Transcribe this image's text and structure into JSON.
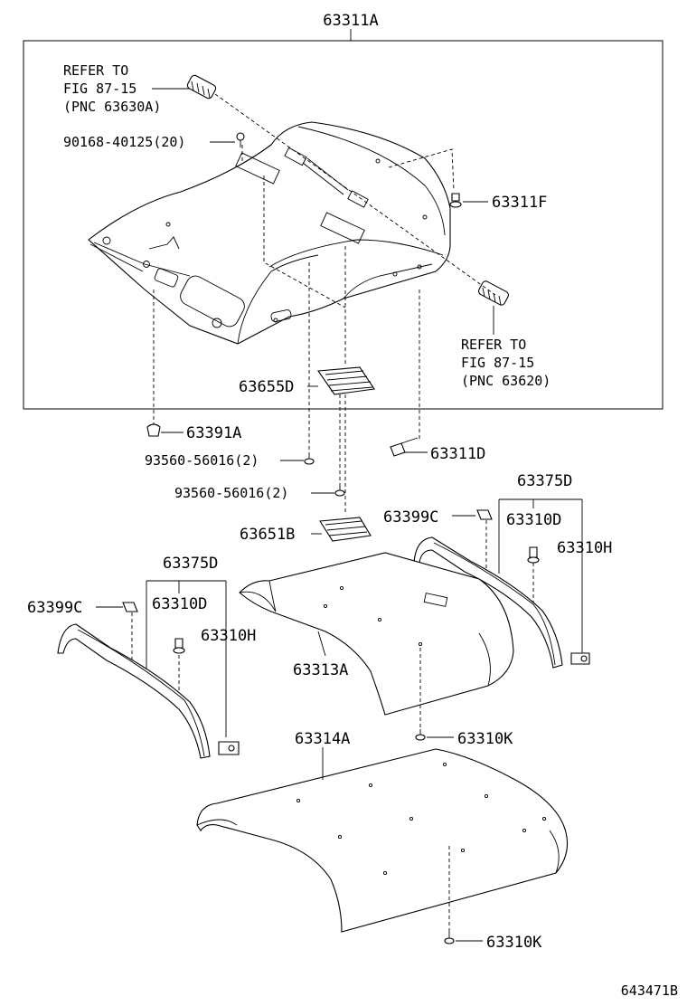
{
  "diagram": {
    "catalog_number": "643471B",
    "assembly_label": "63311A",
    "part_labels": {
      "p63311F": "63311F",
      "p90168": "90168-40125(20)",
      "p63655D": "63655D",
      "p63391A": "63391A",
      "p93560a": "93560-56016(2)",
      "p93560b": "93560-56016(2)",
      "p63311D": "63311D",
      "p63651B": "63651B",
      "p63375D_r": "63375D",
      "p63399C_r": "63399C",
      "p63310D_r": "63310D",
      "p63310H_r": "63310H",
      "p63375D_l": "63375D",
      "p63399C_l": "63399C",
      "p63310D_l": "63310D",
      "p63310H_l": "63310H",
      "p63313A": "63313A",
      "p63310K_a": "63310K",
      "p63314A": "63314A",
      "p63310K_b": "63310K"
    },
    "references": {
      "top_left": [
        "REFER TO",
        "FIG 87-15",
        "(PNC 63630A)"
      ],
      "right": [
        "REFER TO",
        "FIG 87-15",
        "(PNC 63620)"
      ]
    }
  }
}
